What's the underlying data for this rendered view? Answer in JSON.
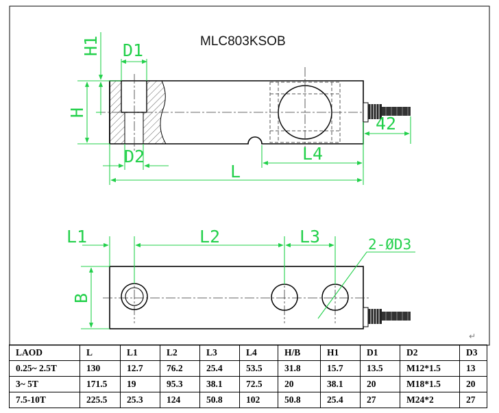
{
  "title": "MLC803KSOB",
  "dims": {
    "h1": "H1",
    "d1": "D1",
    "h": "H",
    "d2": "D2",
    "l4": "L4",
    "l": "L",
    "d42": "42",
    "l1": "L1",
    "l2": "L2",
    "l3": "L3",
    "hole": "2-ØD3",
    "b": "B"
  },
  "return_mark": "↵",
  "table": {
    "headers": [
      "LAOD",
      "L",
      "L1",
      "L2",
      "L3",
      "L4",
      "H/B",
      "H1",
      "D1",
      "D2",
      "D3"
    ],
    "rows": [
      [
        "0.25~ 2.5T",
        "130",
        "12.7",
        "76.2",
        "25.4",
        "53.5",
        "31.8",
        "15.7",
        "13.5",
        "M12*1.5",
        "13"
      ],
      [
        "3~ 5T",
        "171.5",
        "19",
        "95.3",
        "38.1",
        "72.5",
        "20",
        "38.1",
        "20",
        "M18*1.5",
        "20"
      ],
      [
        "7.5-10T",
        "225.5",
        "25.3",
        "124",
        "50.8",
        "102",
        "50.8",
        "25.4",
        "27",
        "M24*2",
        "27"
      ]
    ]
  }
}
